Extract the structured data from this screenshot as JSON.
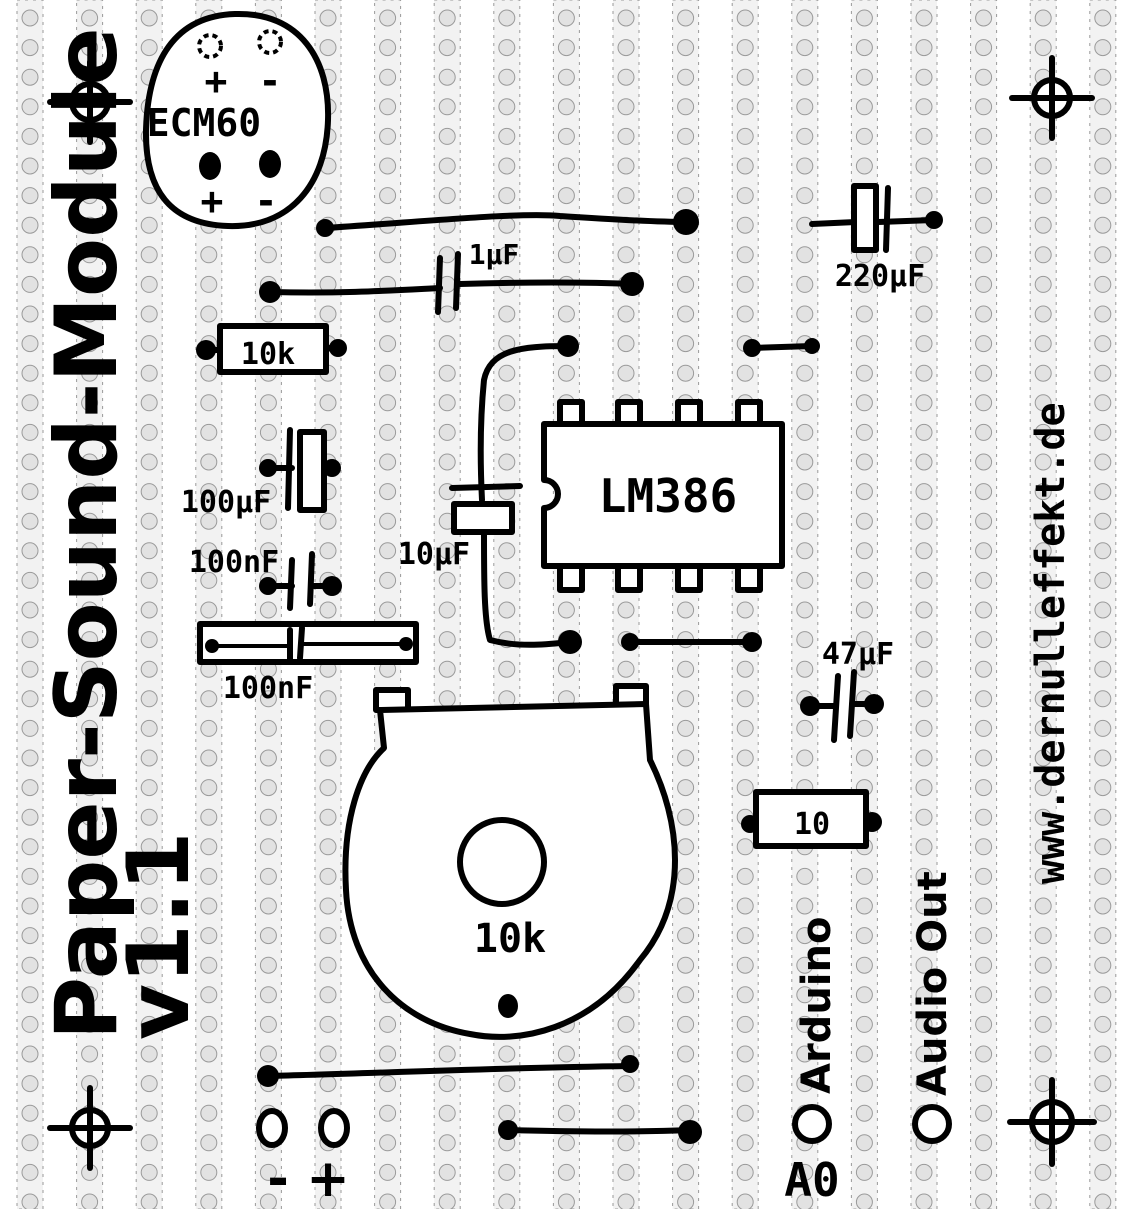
{
  "title": "Paper-Sound-Module",
  "version": "v1.1",
  "website": "www.dernulleffekt.de",
  "colors": {
    "ink": "#000000",
    "paper": "#ffffff",
    "pad": "#e2e2e2",
    "strip": "#9a9a9a"
  },
  "mic": {
    "label": "ECM60",
    "top_plus": "+",
    "top_minus": "-",
    "bottom_plus": "+",
    "bottom_minus": "-"
  },
  "components": {
    "cap_1uf": "1µF",
    "cap_220uf": "220µF",
    "res_10k": "10k",
    "cap_100uf": "100µF",
    "cap_100nf_a": "100nF",
    "cap_100nf_b": "100nF",
    "cap_10uf": "10µF",
    "ic": "LM386",
    "cap_47uf": "47µF",
    "res_10": "10",
    "pot": "10k"
  },
  "connectors": {
    "arduino": "Arduino",
    "audio_out": "Audio Out",
    "a0": "A0",
    "power_minus": "-",
    "power_plus": "+"
  }
}
